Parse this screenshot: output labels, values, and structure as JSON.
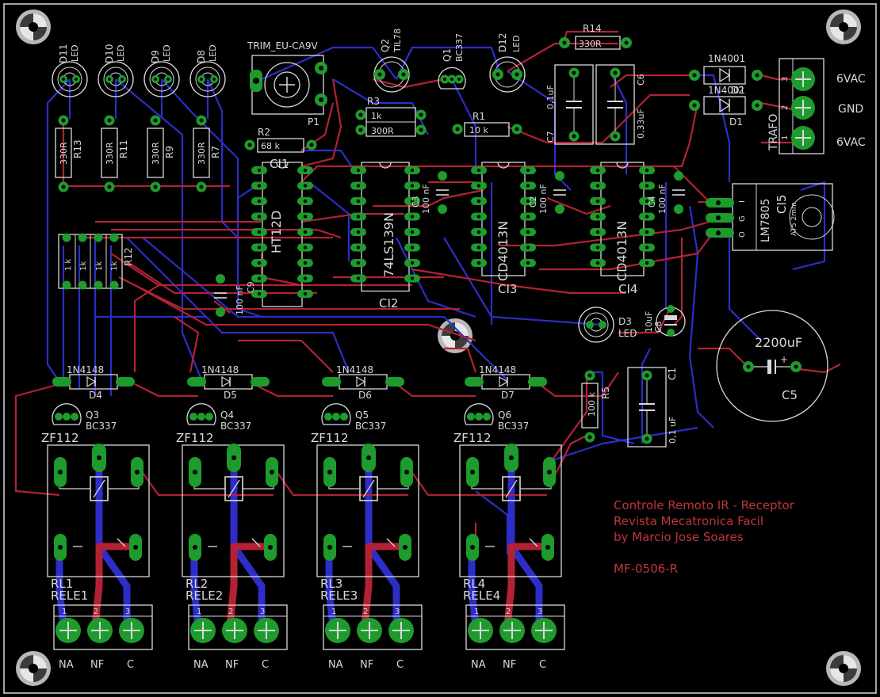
{
  "title_block": {
    "line1": "Controle Remoto IR - Receptor",
    "line2": "Revista Mecatronica Facil",
    "line3": "by Marcio Jose Soares",
    "code": "MF-0506-R"
  },
  "leds": [
    {
      "ref": "D11",
      "val": "LED"
    },
    {
      "ref": "D10",
      "val": "LED"
    },
    {
      "ref": "D9",
      "val": "LED"
    },
    {
      "ref": "D8",
      "val": "LED"
    }
  ],
  "led_resistors": [
    {
      "ref": "R13",
      "val": "330R"
    },
    {
      "ref": "R11",
      "val": "330R"
    },
    {
      "ref": "R9",
      "val": "330R"
    },
    {
      "ref": "R7",
      "val": "330R"
    }
  ],
  "trim": {
    "name": "TRIM_EU-CA9V",
    "ref": "P1"
  },
  "q1": {
    "ref": "Q1",
    "val": "BC337"
  },
  "q2": {
    "ref": "Q2",
    "val": "TIL78"
  },
  "d12": {
    "ref": "D12",
    "val": "LED"
  },
  "r14": {
    "ref": "R14",
    "val": "330R"
  },
  "r3": {
    "ref": "R3",
    "val1": "1k",
    "val2": "300R"
  },
  "r1": {
    "ref": "R1",
    "val": "10 k"
  },
  "r2": {
    "ref": "R2",
    "val": "68 k"
  },
  "c7": {
    "ref": "C7",
    "val": "0,1uF"
  },
  "c6": {
    "ref": "C6",
    "val": "0,33uF"
  },
  "diodes_pwr": [
    {
      "ref": "1N4001",
      "label": "D2"
    },
    {
      "ref": "1N4001",
      "label": "D1"
    }
  ],
  "trafo": {
    "ref": "TRAFO",
    "pins": [
      "6VAC",
      "GND",
      "6VAC"
    ]
  },
  "ics": [
    {
      "ref": "CI1",
      "part": "HT12D"
    },
    {
      "ref": "CI2",
      "part": "74LS139N"
    },
    {
      "ref": "CI3",
      "part": "CD4013N"
    },
    {
      "ref": "CI4",
      "part": "CD4013N"
    }
  ],
  "caps_small": [
    {
      "ref": "C3",
      "val": "100 nF"
    },
    {
      "ref": "C2",
      "val": "100 nF"
    },
    {
      "ref": "C4",
      "val": "100 nF"
    },
    {
      "ref": "C9",
      "val": "100 nF"
    }
  ],
  "regulator": {
    "ref": "CI5",
    "part": "LM7805",
    "heatsink": "AT5 2mm"
  },
  "rnet": {
    "ref": "R12",
    "vals": [
      "1 k",
      "1k",
      "1k",
      "1k"
    ]
  },
  "d3": {
    "ref": "D3",
    "val": "LED"
  },
  "c8": {
    "ref": "C8",
    "val": "10uF"
  },
  "c5": {
    "ref": "C5",
    "val": "2200uF"
  },
  "r5": {
    "ref": "R5",
    "val": "100 k"
  },
  "c1": {
    "ref": "C1",
    "val": "0,1 uF"
  },
  "channels": [
    {
      "diode_part": "1N4148",
      "diode": "D4",
      "q": "Q3",
      "q_val": "BC337",
      "relay_type": "ZF112",
      "relay": "RL1",
      "rele": "RELE1"
    },
    {
      "diode_part": "1N4148",
      "diode": "D5",
      "q": "Q4",
      "q_val": "BC337",
      "relay_type": "ZF112",
      "relay": "RL2",
      "rele": "RELE2"
    },
    {
      "diode_part": "1N4148",
      "diode": "D6",
      "q": "Q5",
      "q_val": "BC337",
      "relay_type": "ZF112",
      "relay": "RL3",
      "rele": "RELE3"
    },
    {
      "diode_part": "1N4148",
      "diode": "D7",
      "q": "Q6",
      "q_val": "BC337",
      "relay_type": "ZF112",
      "relay": "RL4",
      "rele": "RELE4"
    }
  ],
  "terminal_labels": [
    "NA",
    "NF",
    "C"
  ],
  "terminal_pin_numbers": [
    "1",
    "2",
    "3"
  ],
  "colors": {
    "background": "#000000",
    "top_trace": "#b22234",
    "bottom_trace": "#2d2dc8",
    "pad": "#1e9b2d",
    "silk": "#d9d9d9",
    "title_text": "#c0343c"
  }
}
